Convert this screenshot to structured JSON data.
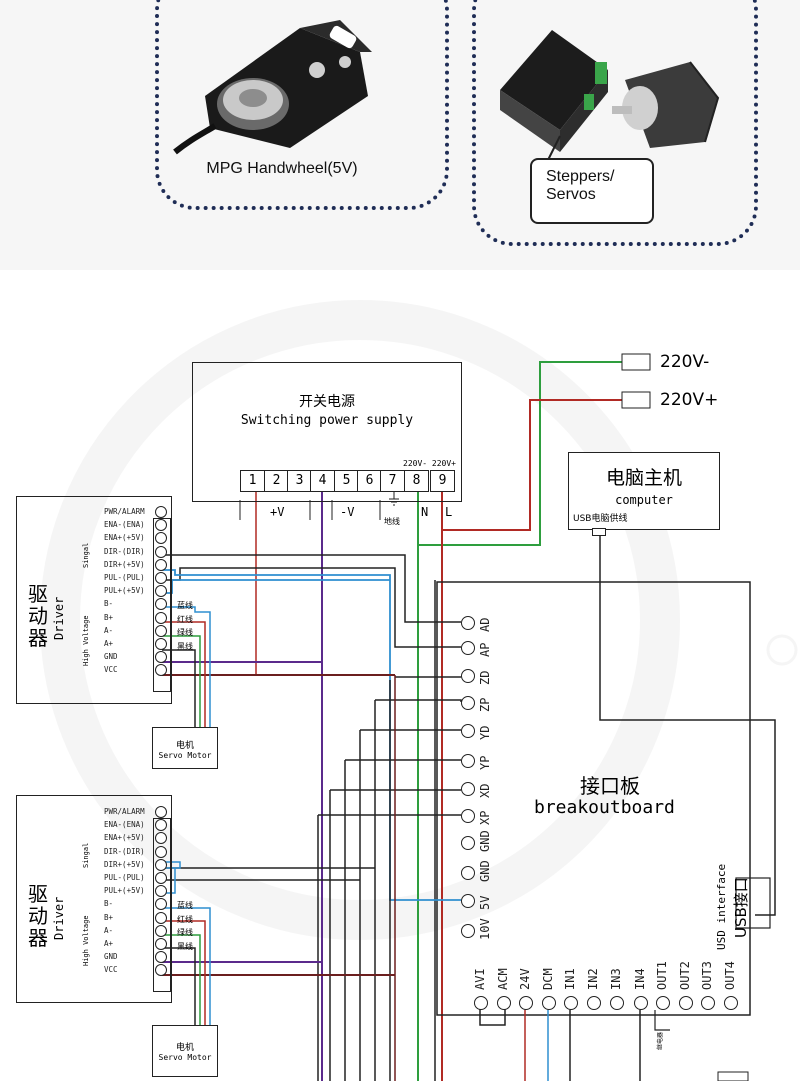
{
  "top": {
    "mpg_label": "MPG Handwheel(5V)",
    "stepper_label_line1": "Steppers/",
    "stepper_label_line2": "Servos"
  },
  "power_inputs": {
    "neg": "220V-",
    "pos": "220V+"
  },
  "switching_supply": {
    "title_cn": "开关电源",
    "title_en": "Switching power supply",
    "terminals": [
      "1",
      "2",
      "3",
      "4",
      "5",
      "6",
      "7",
      "8",
      "9"
    ],
    "pos_label": "+V",
    "neg_label": "-V",
    "ground_label": "地线",
    "n_label": "N",
    "l_label": "L",
    "ac_label": "220V- 220V+"
  },
  "computer": {
    "title_cn": "电脑主机",
    "title_en": "computer",
    "usb_label": "USB电脑供线"
  },
  "driver_top": {
    "name_cn_1": "驱",
    "name_cn_2": "动",
    "name_cn_3": "器",
    "name_en": "Driver",
    "singal": "Singal",
    "high_voltage": "High Voltage",
    "pins": [
      "PWR/ALARM",
      "ENA-(ENA)",
      "ENA+(+5V)",
      "DIR-(DIR)",
      "DIR+(+5V)",
      "PUL-(PUL)",
      "PUL+(+5V)",
      "B-",
      "B+",
      "A-",
      "A+",
      "GND",
      "VCC"
    ],
    "wire_labels": [
      "蓝线",
      "红线",
      "绿线",
      "黑线"
    ],
    "motor_cn": "电机",
    "motor_en": "Servo Motor"
  },
  "driver_bottom": {
    "name_cn_1": "驱",
    "name_cn_2": "动",
    "name_cn_3": "器",
    "name_en": "Driver",
    "singal": "Singal",
    "high_voltage": "High Voltage",
    "pins": [
      "PWR/ALARM",
      "ENA-(ENA)",
      "ENA+(+5V)",
      "DIR-(DIR)",
      "DIR+(+5V)",
      "PUL-(PUL)",
      "PUL+(+5V)",
      "B-",
      "B+",
      "A-",
      "A+",
      "GND",
      "VCC"
    ],
    "wire_labels": [
      "蓝线",
      "红线",
      "绿线",
      "黑线"
    ],
    "motor_cn": "电机",
    "motor_en": "Servo Motor"
  },
  "breakout": {
    "title_cn": "接口板",
    "title_en": "breakoutboard",
    "left_pins": [
      "AD",
      "AP",
      "ZD",
      "ZP",
      "YD",
      "YP",
      "XD",
      "XP",
      "GND",
      "GND",
      "5V",
      "10V"
    ],
    "bottom_pins": [
      "AVI",
      "ACM",
      "24V",
      "DCM",
      "IN1",
      "IN2",
      "IN3",
      "IN4",
      "OUT1",
      "OUT2",
      "OUT3",
      "OUT4"
    ],
    "usb_en": "USD interface",
    "usb_cn": "USB接口",
    "relay_label": "继电器"
  },
  "colors": {
    "green": "#2e9e3e",
    "red": "#b12a24",
    "blue": "#2f8fd0",
    "purple": "#5b2a8c",
    "dark_red": "#6b1f1f",
    "black": "#222222",
    "dotted": "#1f2d56"
  }
}
